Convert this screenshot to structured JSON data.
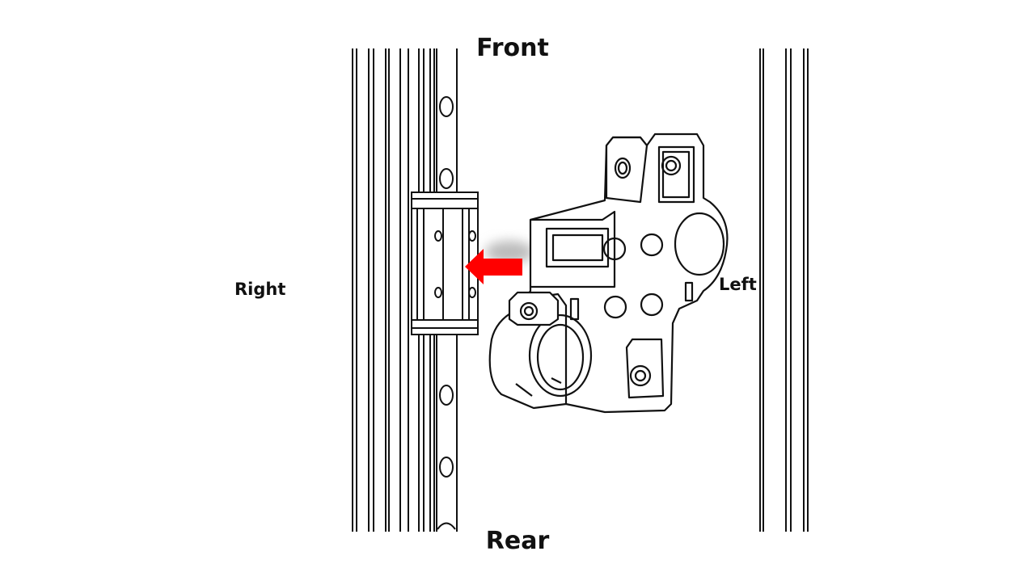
{
  "labels": {
    "front": "Front",
    "rear": "Rear",
    "right": "Right",
    "left": "Left"
  },
  "colors": {
    "background": "#ffffff",
    "line": "#111111",
    "arrow": "#ff0000"
  },
  "icons": {
    "arrow": "left-arrow-icon"
  }
}
